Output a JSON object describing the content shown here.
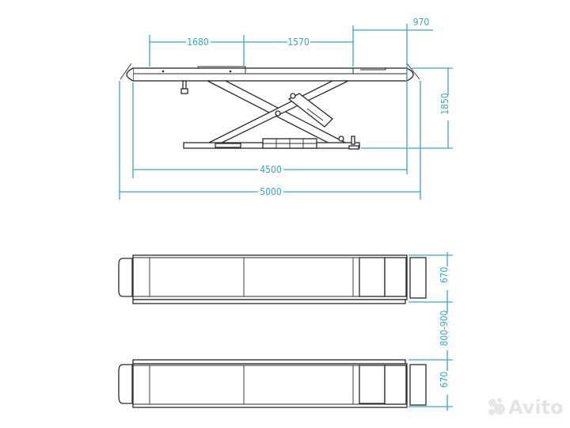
{
  "drawing": {
    "side_view": {
      "dimensions": {
        "front_span": "1680",
        "middle_span": "1570",
        "rear_extension": "970",
        "height": "1850",
        "platform_length": "4500",
        "overall_length": "5000"
      }
    },
    "top_view": {
      "dimensions": {
        "platform_width_upper": "670",
        "gap_between_platforms": "800-900",
        "platform_width_lower": "670"
      }
    },
    "colors": {
      "dimension_lines": "#3aa6c6",
      "part_outline": "#2a2a2a",
      "background": "#ffffff"
    }
  },
  "watermark": {
    "text": "Avito"
  }
}
